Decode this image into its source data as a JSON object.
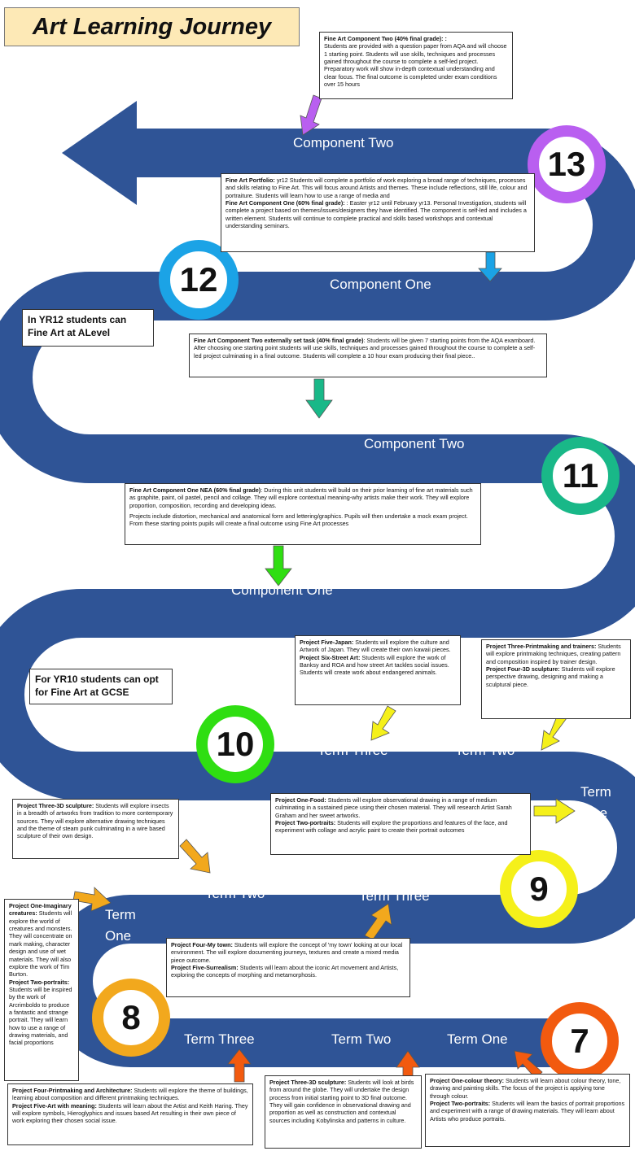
{
  "title": "Art Learning Journey",
  "colors": {
    "road": "#2f5496",
    "c13": "#b95ff0",
    "c12": "#1ba3e6",
    "c11": "#19b888",
    "c10": "#2fde12",
    "c9": "#f5f01a",
    "c8": "#f2a81d",
    "c7": "#f25a0f"
  },
  "badges": {
    "b13": "13",
    "b12": "12",
    "b11": "11",
    "b10": "10",
    "b9": "9",
    "b8": "8",
    "b7": "7"
  },
  "labels": {
    "comp_two_13": "Component Two",
    "comp_one_12": "Component One",
    "comp_two_11": "Component Two",
    "comp_one_10": "Component One",
    "y10_term_three": "Term Three",
    "y10_term_two": "Term Two",
    "y10_term_one_a": "Term",
    "y10_term_one_b": "One",
    "y9_term_two": "Term Two",
    "y9_term_three": "Term Three",
    "y9_term_one_a": "Term",
    "y9_term_one_b": "One",
    "y7_term_three": "Term Three",
    "y7_term_two": "Term Two",
    "y7_term_one": "Term One"
  },
  "notes": {
    "yr12": "In YR12 students can Fine Art at ALevel",
    "yr10": "For YR10 students can opt for Fine Art at GCSE"
  },
  "boxes": {
    "y13": {
      "title": "Fine Art Component  Two (40% final grade): :",
      "text": "Students are provided with a question paper from AQA and will choose 1 starting point. Students will use skills, techniques and processes gained throughout the course to complete a self-led project. Preparatory work will show in-depth contextual understanding and clear focus. The final outcome is completed under exam conditions over 15 hours"
    },
    "y12": {
      "t1": "Fine Art Portfolio:",
      "p1": " yr12 Students will complete a portfolio of work exploring a broad range of techniques, processes and skills relating to Fine Art. This will focus around Artists and themes. These include reflections, still life, colour and portraiture. Students will learn how to use a range of media and",
      "t2": "Fine Art Component  One (60% final grade):",
      "p2": " : Easter yr12 until February yr13.  Personal Investigation, students will complete a project based on themes/issues/designers they have identified. The component is self-led and includes a written element. Students will continue to complete practical and skills based workshops and contextual understanding seminars."
    },
    "y11": {
      "title": "Fine Art Component  Two externally set task (40% final grade)",
      "text": ": Students will be given 7 starting points from the AQA examboard. After choosing one starting point students will use skills, techniques and processes gained throughout the course to complete a self-led project culminating in a final outcome. Students will complete a 10 hour exam producing their final piece.."
    },
    "y10c1": {
      "title": "Fine Art Component  One NEA (60% final grade)",
      "text": ": During this unit students will build on their prior learning of fine art materials such as graphite, paint, oil pastel, pencil and collage. They will explore contextual meaning-why artists make their work. They will explore proportion, composition, recording and developing ideas.",
      "text2": "Projects include distortion, mechanical and anatomical form and lettering/graphics. Pupils will then undertake a mock exam project. From these starting points pupils will create a final outcome using Fine Art processes"
    },
    "y10t3": {
      "t1": "Project Five-Japan:",
      "p1": " Students will explore the culture and Artwork of Japan. They will create their own kawaii pieces.",
      "t2": "Project Six-Street Art:",
      "p2": " Students will explore the work of Banksy and ROA and how street Art tackles social issues. Students will create work about endangered animals."
    },
    "y10t2": {
      "t1": "Project Three-Printmaking and trainers:",
      "p1": " Students will explore printmaking techniques, creating pattern and composition inspired by trainer design.",
      "t2": "Project Four-3D sculpture:",
      "p2": " Students will explore perspective drawing, designing and making a sculptural piece."
    },
    "y10t1": {
      "t1": "Project One-Food:",
      "p1": " Students will explore observational drawing in a range of medium culminating in a sustained piece using their chosen material. They will research Artist Sarah Graham and her sweet artworks.",
      "t2": "Project Two-portraits:",
      "p2": "  Students will explore the proportions and features of the face, and experiment with collage and acrylic paint to create their portrait outcomes"
    },
    "y9t2": {
      "t1": "Project Three-3D sculpture:",
      "p1": " Students will explore insects in a breadth of artworks from tradition to more contemporary sources. They will explore alternative drawing techniques and the theme of steam punk culminating in a wire based sculpture of their own design."
    },
    "y9t1": {
      "t1": "Project One-Imaginary creatures:",
      "p1": " Students will explore the world of creatures and monsters. They will concentrate on mark making, character design and use of wet materials. They will also explore the work of Tim Burton.",
      "t2": "Project Two-portraits:",
      "p2": "  Students will be inspired by the work of Arcrimboldo to produce a fantastic and strange portrait. They will learn how to use a range of drawing materials, and facial proportions"
    },
    "y9t3": {
      "t1": "Project Four-My town:",
      "p1": " Students will explore the concept of 'my town' looking at our local environment. The will explore documenting journeys, textures and create a mixed media piece outcome.",
      "t2": "Project Five-Surrealism:",
      "p2": " Students will learn about the iconic Art movement and Artists, exploring the concepts of morphing and metamorphosis."
    },
    "y7t3": {
      "t1": "Project Four-Printmaking and Architecture:",
      "p1": " Students will explore the theme of buildings, learning about composition and different printmaking techniques.",
      "t2": "Project Five-Art with meaning:",
      "p2": " Students will learn about the Artist and Keith Haring. They will explore symbols, Hieroglyphics and issues based Art resulting in their own piece of work exploring their chosen social issue."
    },
    "y7t2": {
      "t1": "Project Three-3D sculpture:",
      "p1": "  Students will look at birds from around the globe. They will undertake the design process from initial starting point to 3D final outcome. They will gain confidence in observational drawing and proportion as well as construction and contextual sources including Kobylinska and patterns in culture."
    },
    "y7t1": {
      "t1": "Project One-colour theory:",
      "p1": " Students will learn about colour theory, tone, drawing and painting skills. The focus of the project is applying tone through colour.",
      "t2": "Project Two-portraits:",
      "p2": " Students will learn the basics of portrait proportions and experiment with a range of drawing materials. They will learn about Artists who produce portraits."
    }
  }
}
